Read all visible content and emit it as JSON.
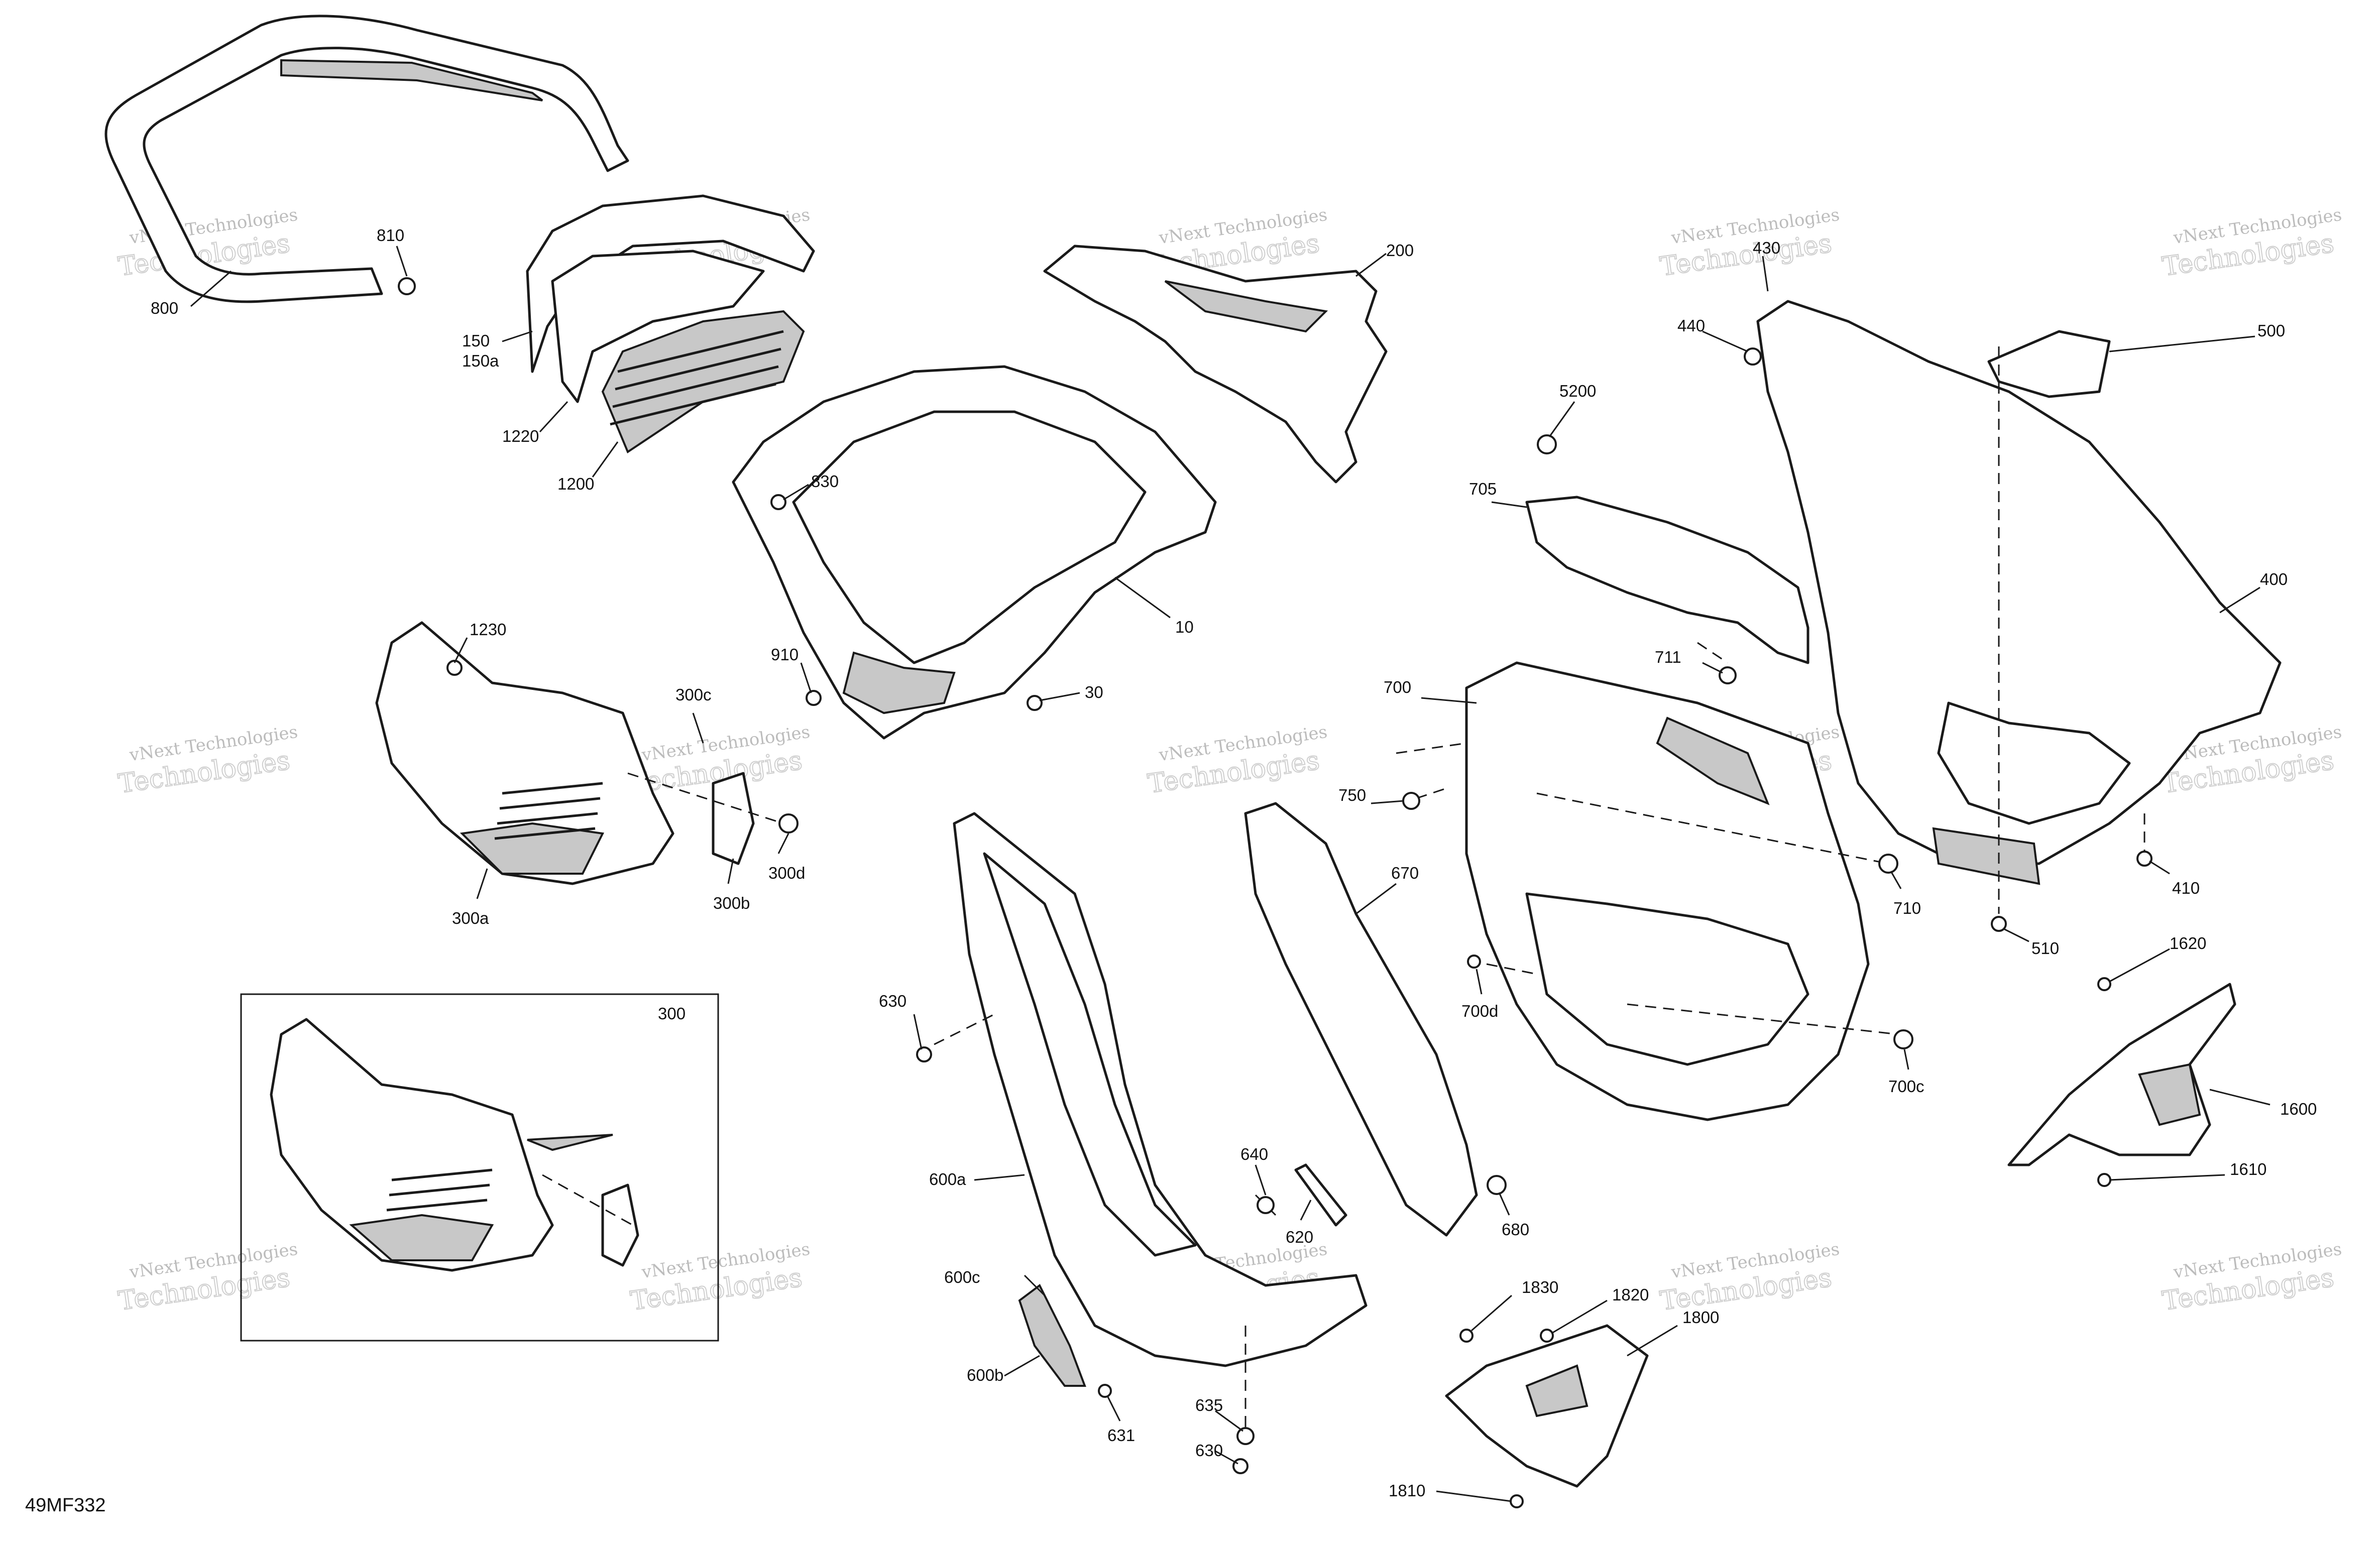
{
  "diagram": {
    "reference_code": "49MF332",
    "inset_label": "300",
    "watermark": {
      "line1": "vNext Technologies",
      "line2": "Technologies",
      "color": "#bcbcbc"
    },
    "callouts": [
      {
        "id": "800",
        "label": "800"
      },
      {
        "id": "810",
        "label": "810"
      },
      {
        "id": "150",
        "label": "150"
      },
      {
        "id": "150a",
        "label": "150a"
      },
      {
        "id": "1220",
        "label": "1220"
      },
      {
        "id": "1200",
        "label": "1200"
      },
      {
        "id": "830",
        "label": "830"
      },
      {
        "id": "200",
        "label": "200"
      },
      {
        "id": "10",
        "label": "10"
      },
      {
        "id": "910",
        "label": "910"
      },
      {
        "id": "30",
        "label": "30"
      },
      {
        "id": "1230",
        "label": "1230"
      },
      {
        "id": "300c",
        "label": "300c"
      },
      {
        "id": "300d",
        "label": "300d"
      },
      {
        "id": "300b",
        "label": "300b"
      },
      {
        "id": "300a",
        "label": "300a"
      },
      {
        "id": "430",
        "label": "430"
      },
      {
        "id": "440",
        "label": "440"
      },
      {
        "id": "500",
        "label": "500"
      },
      {
        "id": "5200",
        "label": "5200"
      },
      {
        "id": "705",
        "label": "705"
      },
      {
        "id": "400",
        "label": "400"
      },
      {
        "id": "711",
        "label": "711"
      },
      {
        "id": "700",
        "label": "700"
      },
      {
        "id": "750",
        "label": "750"
      },
      {
        "id": "410",
        "label": "410"
      },
      {
        "id": "710",
        "label": "710"
      },
      {
        "id": "510",
        "label": "510"
      },
      {
        "id": "670",
        "label": "670"
      },
      {
        "id": "700d",
        "label": "700d"
      },
      {
        "id": "630-top",
        "label": "630"
      },
      {
        "id": "700c",
        "label": "700c"
      },
      {
        "id": "1620",
        "label": "1620"
      },
      {
        "id": "1600",
        "label": "1600"
      },
      {
        "id": "1610",
        "label": "1610"
      },
      {
        "id": "600a",
        "label": "600a"
      },
      {
        "id": "640",
        "label": "640"
      },
      {
        "id": "620",
        "label": "620"
      },
      {
        "id": "680",
        "label": "680"
      },
      {
        "id": "600c",
        "label": "600c"
      },
      {
        "id": "600b",
        "label": "600b"
      },
      {
        "id": "1830",
        "label": "1830"
      },
      {
        "id": "1820",
        "label": "1820"
      },
      {
        "id": "1800",
        "label": "1800"
      },
      {
        "id": "631",
        "label": "631"
      },
      {
        "id": "635",
        "label": "635"
      },
      {
        "id": "630-bottom",
        "label": "630"
      },
      {
        "id": "1810",
        "label": "1810"
      }
    ]
  }
}
